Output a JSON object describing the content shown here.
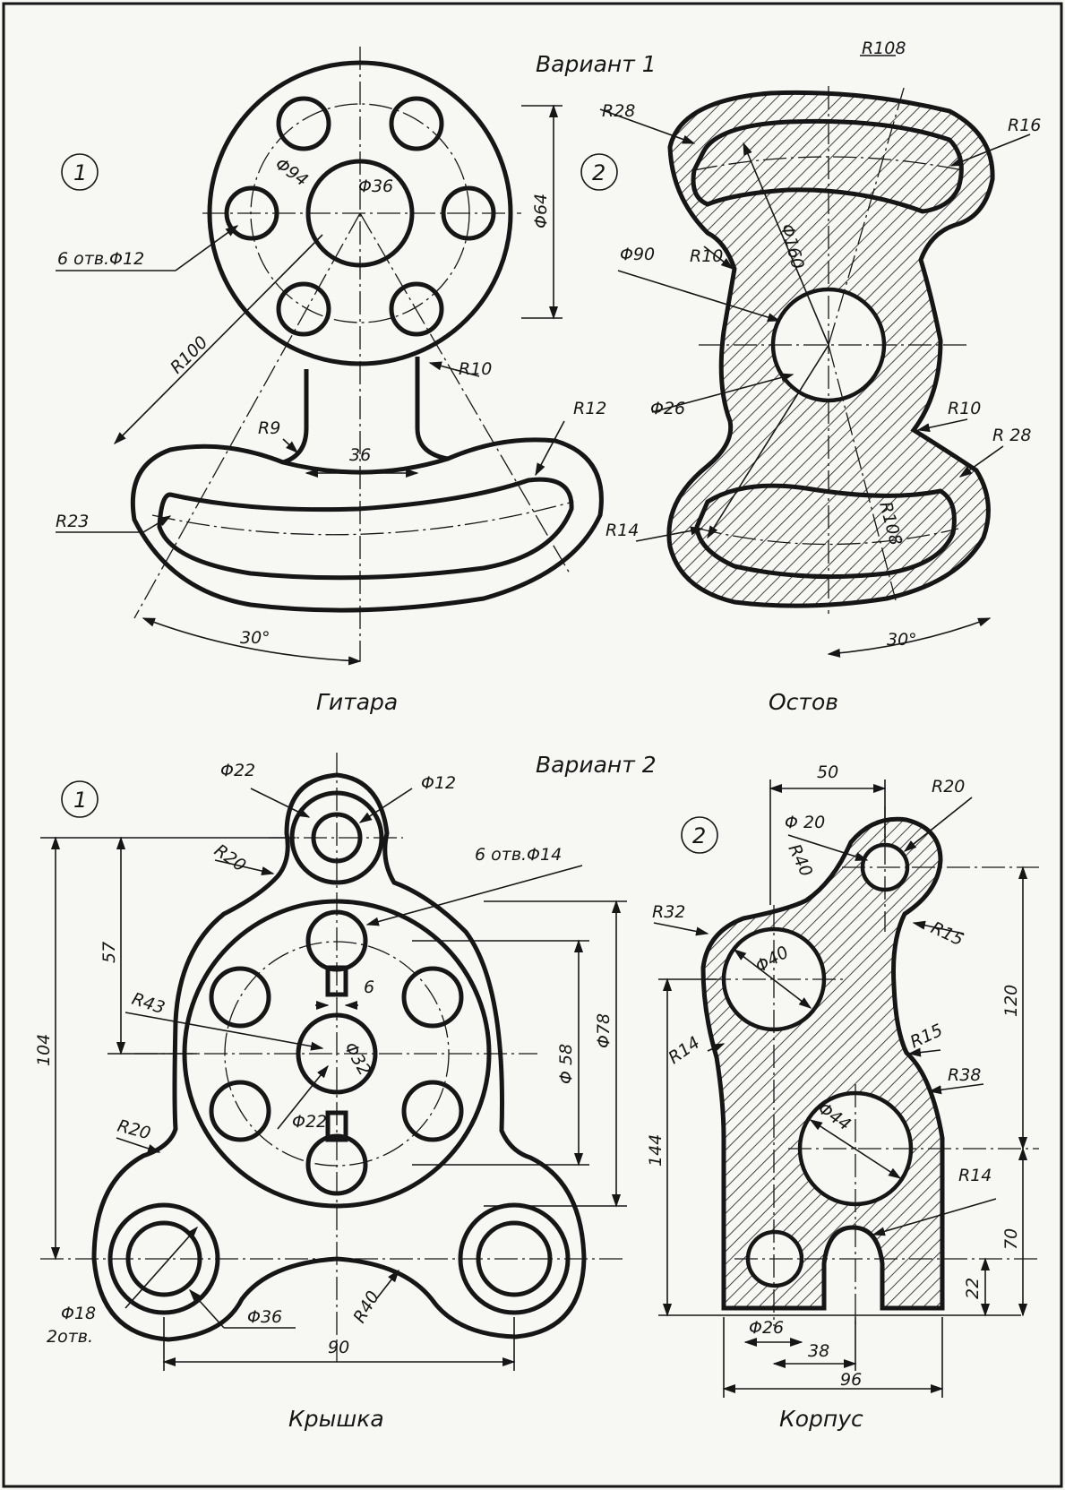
{
  "variants": {
    "v1_title": "Вариант 1",
    "v2_title": "Вариант 2"
  },
  "badges": {
    "b1": "1",
    "b2": "2",
    "b3": "1",
    "b4": "2"
  },
  "parts": {
    "guitar": {
      "caption": "Гитара",
      "dims": {
        "d94": "Φ94",
        "d36": "Φ36",
        "d64": "Φ64",
        "holes": "6 отв.Φ12",
        "r100": "R100",
        "r10": "R10",
        "r9": "R9",
        "w36": "36",
        "r12": "R12",
        "r23": "R23",
        "a30": "30°"
      }
    },
    "frame": {
      "caption": "Остов",
      "dims": {
        "r108a": "R108",
        "r28a": "R28",
        "r16": "R16",
        "d90": "Φ90",
        "r10a": "R10",
        "d160": "Φ160",
        "d26": "Φ26",
        "r10b": "R10",
        "r28b": "R 28",
        "r108b": "R108",
        "r14": "R14",
        "a30": "30°"
      }
    },
    "cover": {
      "caption": "Крышка",
      "dims": {
        "d22a": "Φ22",
        "d12": "Φ12",
        "r20a": "R20",
        "holes": "6 отв.Φ14",
        "h57": "57",
        "h104": "104",
        "r43": "R43",
        "w6": "6",
        "d32": "Φ32",
        "d22b": "Φ22",
        "d58": "Φ 58",
        "d78": "Φ78",
        "r20b": "R20",
        "d18": "Φ18",
        "holes2": "2отв.",
        "d36": "Φ36",
        "r40": "R40",
        "w90": "90"
      }
    },
    "body": {
      "caption": "Корпус",
      "dims": {
        "w50": "50",
        "r20": "R20",
        "d20": "Φ 20",
        "r40": "R40",
        "r32": "R32",
        "r15a": "R15",
        "d40": "Φ40",
        "h120": "120",
        "r14a": "R14",
        "r15b": "R15",
        "r38": "R38",
        "h144": "144",
        "d44": "Φ44",
        "r14b": "R14",
        "h70": "70",
        "h22": "22",
        "d26": "Φ26",
        "w38": "38",
        "w96": "96"
      }
    }
  }
}
